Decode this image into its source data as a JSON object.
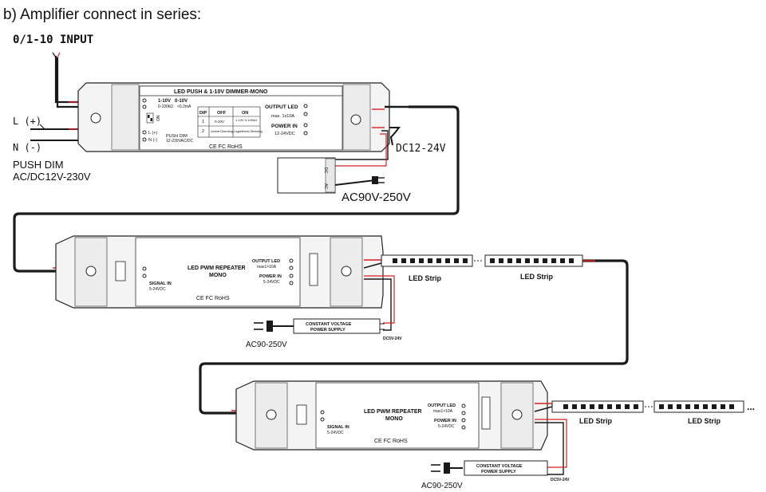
{
  "title": "b) Amplifier  connect in series:",
  "input_label": "0/1-10 INPUT",
  "push_dim": {
    "l_label": "L (+)",
    "n_label": "N (-)",
    "line1": "PUSH DIM",
    "line2": "AC/DC12V-230V"
  },
  "dimmer": {
    "title": "LED PUSH & 1-10V DIMMER-MONO",
    "input_range_a": "1-10V",
    "input_range_b": "0-10V",
    "input_range_c": "0-100kΩ",
    "input_range_d": "<0.2mA",
    "dip_header": [
      "DIP",
      "OFF",
      "ON"
    ],
    "dip_rows": [
      [
        "1",
        "0-10V",
        "1-10V\n0-100kΩ"
      ],
      [
        "2",
        "Linear\nDimming",
        "Logarithmic\nDimming"
      ]
    ],
    "on_label": "ON",
    "l_term": "L (+)",
    "n_term": "N (-)",
    "push_dim": "PUSH DIM",
    "push_dim_voltage": "12-230VAC/DC",
    "output_led": "OUTPUT LED",
    "output_max": "max. 1x10A",
    "power_in": "POWER IN",
    "power_in_voltage": "12-24VDC",
    "cert": "CE FC RoHS"
  },
  "psu_top": {
    "dc_label": "DC12-24V",
    "ac_label": "AC90V-250V",
    "dc_pin": "DC",
    "ac_pin": "AC"
  },
  "repeater": {
    "title_line1": "LED PWM REPEATER",
    "title_line2": "MONO",
    "signal_in": "SIGNAL IN",
    "signal_voltage": "5-24VDC",
    "output_led": "OUTPUT LED",
    "output_max": "max1×10A",
    "power_in": "POWER IN",
    "power_voltage": "5-24VDC",
    "cert": "CE FC RoHS"
  },
  "led_strip_label": "LED Strip",
  "cv_psu_line1": "CONSTANT VOLTAGE",
  "cv_psu_line2": "POWER SUPPLY",
  "ac_input": "AC90-250V",
  "dc_output": "DC5V-24V",
  "ellipsis": "...",
  "colors": {
    "wire_black": "#1a1a1a",
    "wire_red": "#d42020",
    "device_fill": "#f2f2f2",
    "device_stroke": "#222222"
  }
}
